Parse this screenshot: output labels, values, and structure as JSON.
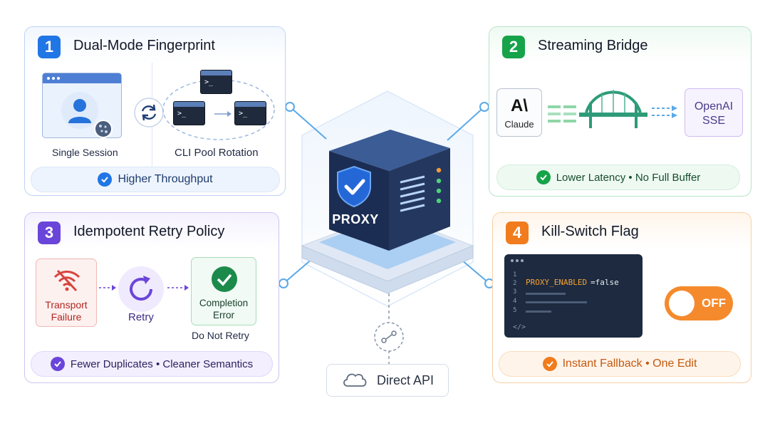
{
  "colors": {
    "blue": "#2176e6",
    "green": "#16a34a",
    "purple": "#6a45d9",
    "orange": "#f07c1d",
    "connector": "#5aa9e8"
  },
  "panels": [
    {
      "number": "1",
      "title": "Dual-Mode Fingerprint",
      "left_caption": "Single Session",
      "right_caption": "CLI Pool Rotation",
      "terminal_prompt": ">_",
      "benefit": "Higher Throughput"
    },
    {
      "number": "2",
      "title": "Streaming Bridge",
      "source_logo": "A\\",
      "source_label": "Claude",
      "target_label_1": "OpenAI",
      "target_label_2": "SSE",
      "benefit": "Lower Latency • No Full Buffer"
    },
    {
      "number": "3",
      "title": "Idempotent Retry Policy",
      "step1_line1": "Transport",
      "step1_line2": "Failure",
      "step2": "Retry",
      "step3_line1": "Completion",
      "step3_line2": "Error",
      "step3_note": "Do Not Retry",
      "benefit": "Fewer Duplicates • Cleaner Semantics"
    },
    {
      "number": "4",
      "title": "Kill-Switch Flag",
      "code_lines": [
        "1",
        "2",
        "3",
        "4",
        "5"
      ],
      "code_key": "PROXY_ENABLED",
      "code_value": "=false",
      "code_tag": "</>",
      "toggle_label": "OFF",
      "benefit": "Instant Fallback • One Edit"
    }
  ],
  "center": {
    "label": "PROXY",
    "direct_api": "Direct API"
  }
}
